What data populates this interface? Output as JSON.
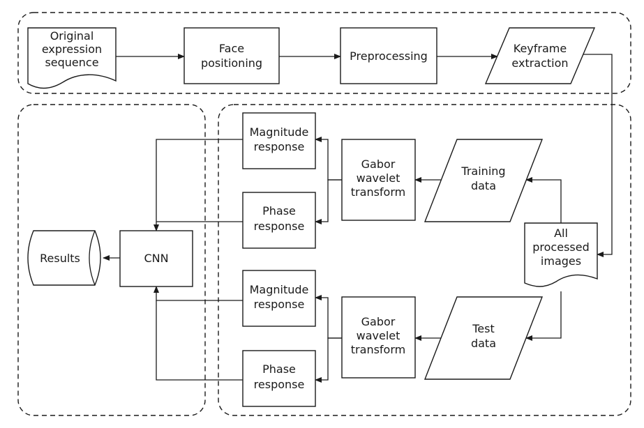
{
  "diagram": {
    "nodes": {
      "original": [
        "Original",
        "expression",
        "sequence"
      ],
      "face_positioning": [
        "Face",
        "positioning"
      ],
      "preprocessing": [
        "Preprocessing"
      ],
      "keyframe": [
        "Keyframe",
        "extraction"
      ],
      "all_processed": [
        "All",
        "processed",
        "images"
      ],
      "training_data": [
        "Training",
        "data"
      ],
      "test_data": [
        "Test",
        "data"
      ],
      "gabor_top": [
        "Gabor",
        "wavelet",
        "transform"
      ],
      "gabor_bottom": [
        "Gabor",
        "wavelet",
        "transform"
      ],
      "magnitude_top": [
        "Magnitude",
        "response"
      ],
      "phase_top": [
        "Phase",
        "response"
      ],
      "magnitude_bottom": [
        "Magnitude",
        "response"
      ],
      "phase_bottom": [
        "Phase",
        "response"
      ],
      "cnn": [
        "CNN"
      ],
      "results": [
        "Results"
      ]
    },
    "edges": [
      {
        "from": "original",
        "to": "face_positioning"
      },
      {
        "from": "face_positioning",
        "to": "preprocessing"
      },
      {
        "from": "preprocessing",
        "to": "keyframe"
      },
      {
        "from": "keyframe",
        "to": "all_processed"
      },
      {
        "from": "all_processed",
        "to": "training_data"
      },
      {
        "from": "all_processed",
        "to": "test_data"
      },
      {
        "from": "training_data",
        "to": "gabor_top"
      },
      {
        "from": "test_data",
        "to": "gabor_bottom"
      },
      {
        "from": "gabor_top",
        "to": "magnitude_top"
      },
      {
        "from": "gabor_top",
        "to": "phase_top"
      },
      {
        "from": "gabor_bottom",
        "to": "magnitude_bottom"
      },
      {
        "from": "gabor_bottom",
        "to": "phase_bottom"
      },
      {
        "from": "magnitude_top",
        "to": "cnn"
      },
      {
        "from": "phase_top",
        "to": "cnn"
      },
      {
        "from": "magnitude_bottom",
        "to": "cnn"
      },
      {
        "from": "phase_bottom",
        "to": "cnn"
      },
      {
        "from": "cnn",
        "to": "results"
      }
    ],
    "groups": [
      "preprocessing-stage",
      "classification-stage",
      "feature-extraction-stage"
    ]
  }
}
